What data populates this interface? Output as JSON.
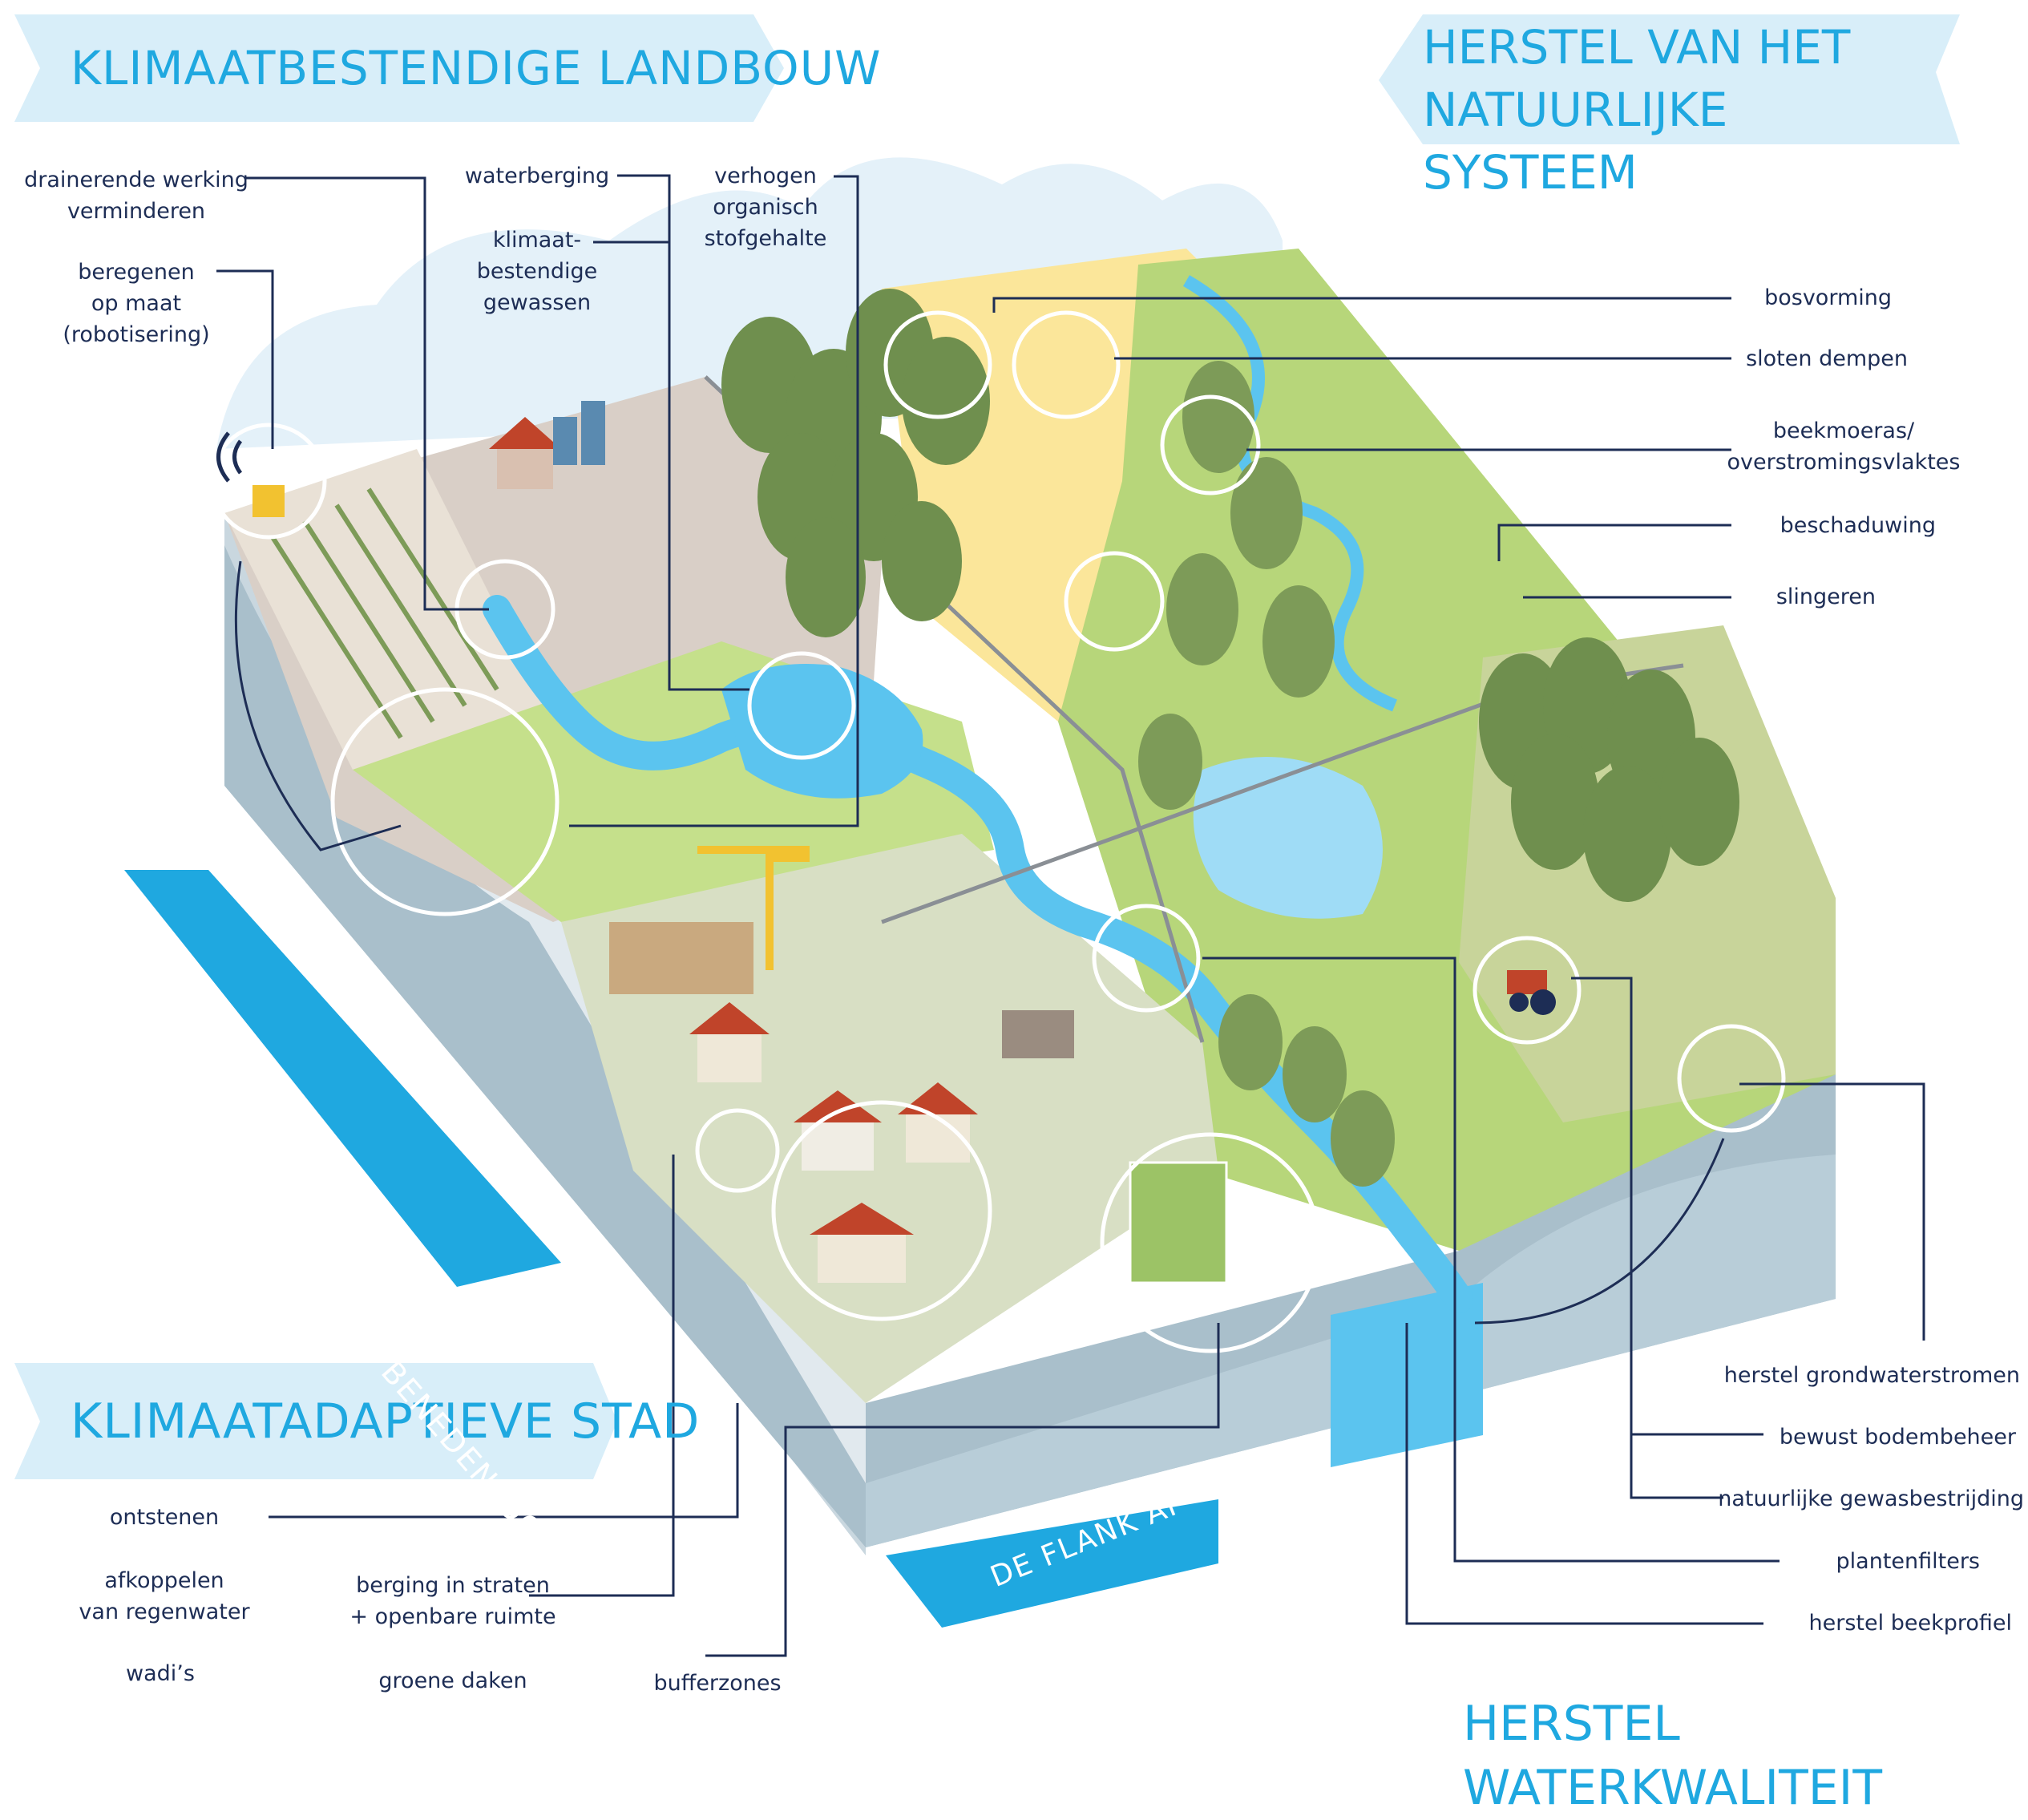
{
  "banners": {
    "landbouw": "KLIMAATBESTENDIGE LANDBOUW",
    "stad": "KLIMAATADAPTIEVE STAD"
  },
  "headings": {
    "natuur": "HERSTEL VAN HET\nNATUURLIJKE SYSTEEM",
    "waterkwaliteit": "HERSTEL\nWATERKWALITEIT"
  },
  "arrows": {
    "bovenloop": "VAN BOVENLOOP NAAR BENEDENLOOP",
    "flank": "DE FLANK AF"
  },
  "labels_landbouw": {
    "drainerend": "drainerende werking\nverminderen",
    "beregenen": "beregenen\nop maat\n(robotisering)",
    "waterberging": "waterberging",
    "gewassen": "klimaat-\nbestendige\ngewassen",
    "organisch": "verhogen\norganisch\nstofgehalte"
  },
  "labels_natuur": {
    "bosvorming": "bosvorming",
    "sloten": "sloten dempen",
    "beekmoeras": "beekmoeras/\noverstromingsvlaktes",
    "beschaduwing": "beschaduwing",
    "slingeren": "slingeren"
  },
  "labels_water": {
    "grondwater": "herstel grondwaterstromen",
    "bodembeheer": "bewust bodembeheer",
    "gewasbestrijding": "natuurlijke gewasbestrijding",
    "plantenfilters": "plantenfilters",
    "beekprofiel": "herstel beekprofiel"
  },
  "labels_stad": {
    "ontstenen": "ontstenen",
    "afkoppelen": "afkoppelen\nvan regenwater",
    "wadis": "wadi’s",
    "berging": "berging in straten\n+ openbare ruimte",
    "groene_daken": "groene daken",
    "bufferzones": "bufferzones"
  },
  "colors": {
    "accent_blue": "#1fa8e0",
    "label_navy": "#1d2d55",
    "grass": "#b7d67a",
    "field": "#d9cfc7",
    "sand": "#fbe69a",
    "water": "#5bc4ef",
    "soil_side": "#a9bfcb",
    "tree": "#6f8f4e"
  }
}
